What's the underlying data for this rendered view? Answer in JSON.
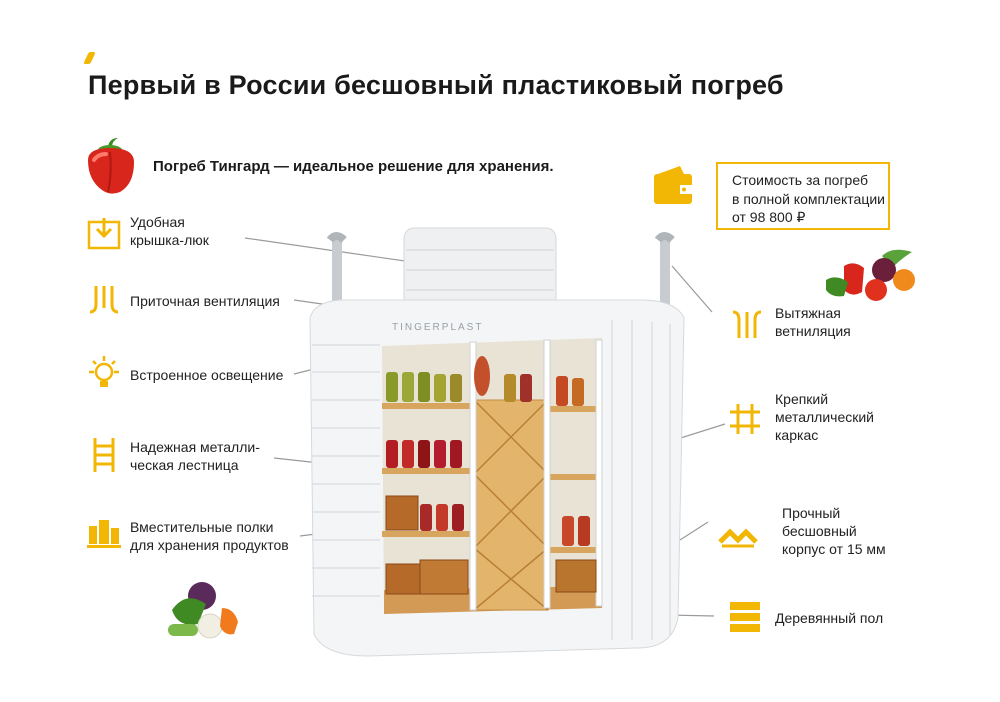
{
  "page": {
    "title": "Первый в России бесшовный пластиковый погреб",
    "subtitle": "Погреб Тингард — идеальное решение для хранения."
  },
  "product": {
    "brand_mark": "TINGERPLAST"
  },
  "left_features": [
    {
      "label_line1": "Удобная",
      "label_line2": "крышка-люк",
      "icon": "hatch-arrow-icon"
    },
    {
      "label_line1": "Приточная вентиляция",
      "label_line2": "",
      "icon": "ventilation-pipes-icon"
    },
    {
      "label_line1": "Встроенное освещение",
      "label_line2": "",
      "icon": "light-bulb-icon"
    },
    {
      "label_line1": "Надежная металли-",
      "label_line2": "ческая лестница",
      "icon": "ladder-icon"
    },
    {
      "label_line1": "Вместительные полки",
      "label_line2": "для хранения продуктов",
      "icon": "jars-shelf-icon"
    }
  ],
  "right_features": [
    {
      "label_line1": "Вытяжная",
      "label_line2": "ветниляция",
      "label_line3": "",
      "icon": "exhaust-pipes-icon"
    },
    {
      "label_line1": "Крепкий",
      "label_line2": "металлический",
      "label_line3": "каркас",
      "icon": "grid-frame-icon"
    },
    {
      "label_line1": "Прочный",
      "label_line2": "бесшовный",
      "label_line3": "корпус от 15 мм",
      "icon": "seamless-body-icon"
    },
    {
      "label_line1": "Деревянный пол",
      "label_line2": "",
      "label_line3": "",
      "icon": "wood-floor-icon"
    }
  ],
  "price_box": {
    "line1": "Стоимость за погреб",
    "line2": "в полной комплектации",
    "line3": "от 98 800 ₽",
    "icon": "wallet-icon"
  },
  "colors": {
    "accent": "#f2b705",
    "text": "#1a1a1a",
    "pepper_red": "#d8261c",
    "cellar_white": "#f4f5f6"
  }
}
